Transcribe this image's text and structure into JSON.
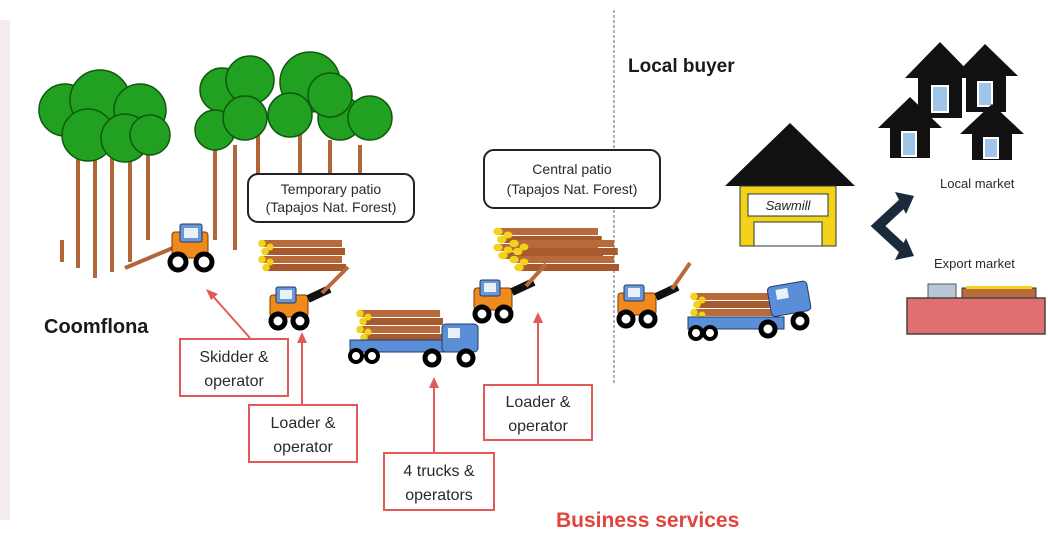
{
  "labels": {
    "coomflona": "Coomflona",
    "local_buyer": "Local buyer",
    "business_services": "Business services",
    "sawmill": "Sawmill",
    "local_market": "Local market",
    "export_market": "Export market"
  },
  "patios": {
    "temporary": {
      "line1": "Temporary patio",
      "line2": "(Tapajos Nat. Forest)"
    },
    "central": {
      "line1": "Central patio",
      "line2": "(Tapajos Nat. Forest)"
    }
  },
  "services": {
    "skidder": {
      "line1": "Skidder &",
      "line2": "operator"
    },
    "loader1": {
      "line1": "Loader &",
      "line2": "operator"
    },
    "trucks": {
      "line1": "4 trucks &",
      "line2": "operators"
    },
    "loader2": {
      "line1": "Loader &",
      "line2": "operator"
    }
  },
  "icons": [
    "tree-icon",
    "skidder-icon",
    "log-pile-icon",
    "loader-icon",
    "truck-icon",
    "sawmill-icon",
    "house-icon",
    "ship-icon",
    "double-arrow-icon"
  ],
  "colors": {
    "tree_canopy": "#22a022",
    "tree_trunk": "#b0653a",
    "service_red": "#e05a5a",
    "service_text": "#e0443c",
    "log": "#b86a3a",
    "log_end": "#f2d21a",
    "truck_blue": "#5a8ed6",
    "machine_orange": "#f08a1c",
    "ship_hull": "#e07070",
    "house": "#111111",
    "divider": "#9a9a9a"
  }
}
